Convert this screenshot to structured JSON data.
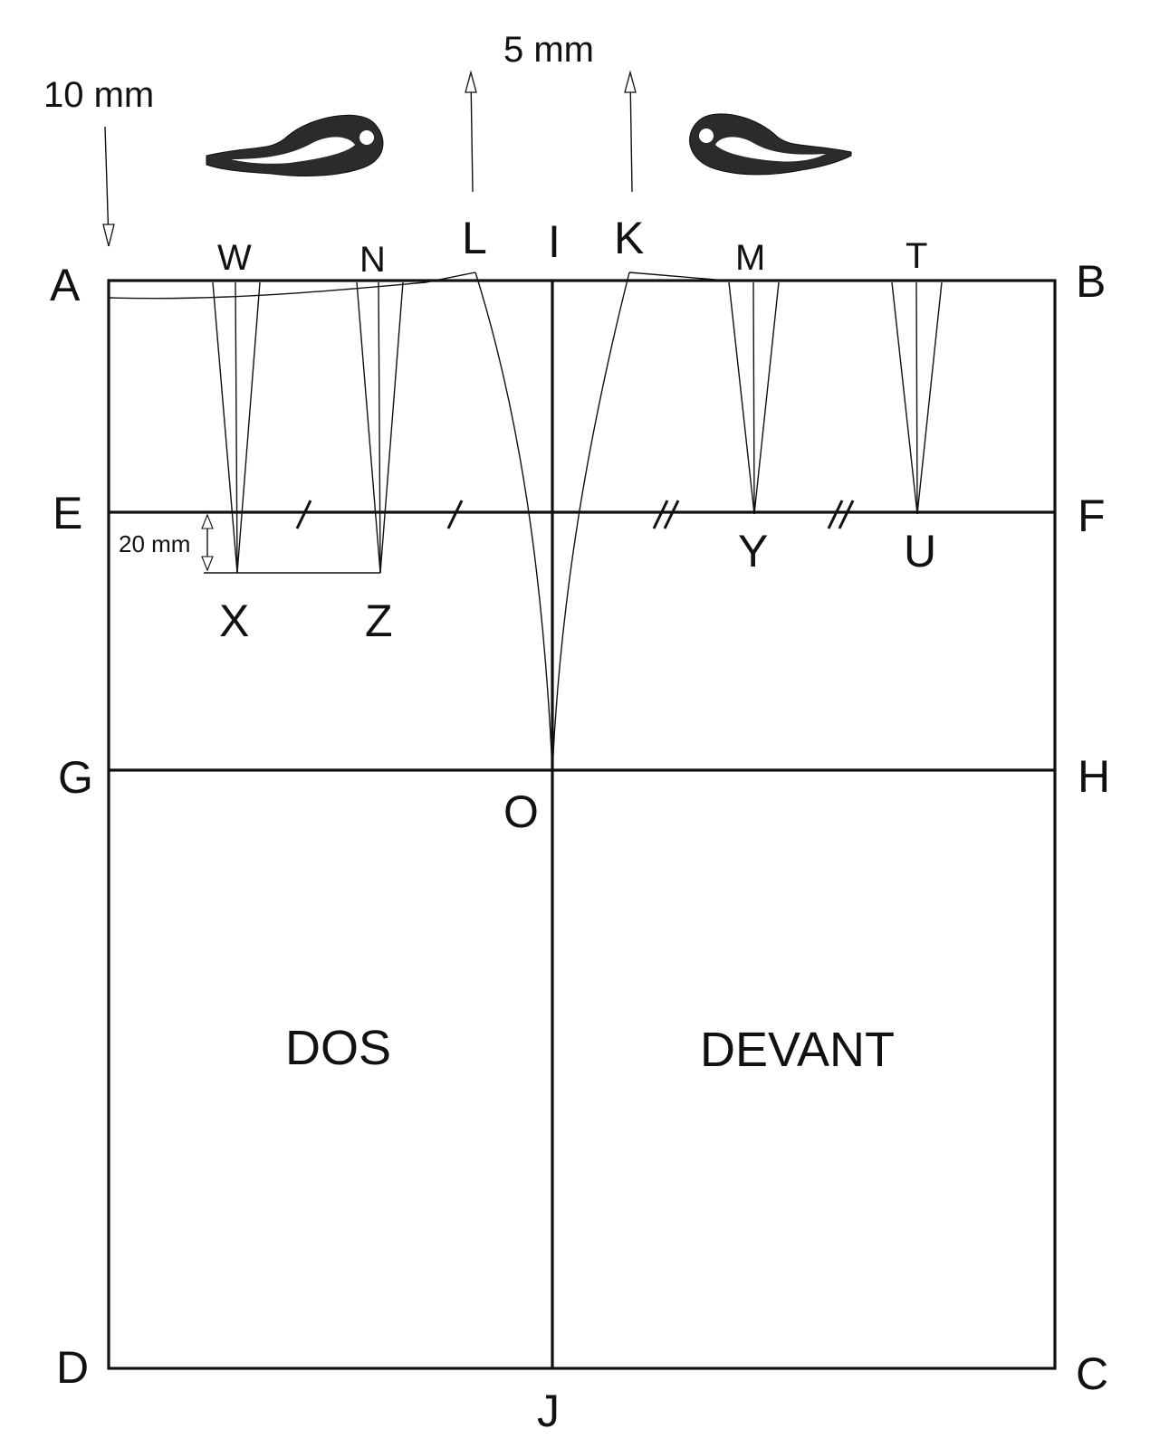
{
  "dimensions": {
    "left_offset": "10 mm",
    "top_offset": "5 mm",
    "dart_depth": "20 mm"
  },
  "points": {
    "A": "A",
    "B": "B",
    "C": "C",
    "D": "D",
    "E": "E",
    "F": "F",
    "G": "G",
    "H": "H",
    "I": "I",
    "J": "J",
    "K": "K",
    "L": "L",
    "M": "M",
    "N": "N",
    "O": "O",
    "T": "T",
    "U": "U",
    "W": "W",
    "X": "X",
    "Y": "Y",
    "Z": "Z"
  },
  "panels": {
    "back": "DOS",
    "front": "DEVANT"
  },
  "icons": [
    "french-curve-icon",
    "french-curve-icon"
  ]
}
